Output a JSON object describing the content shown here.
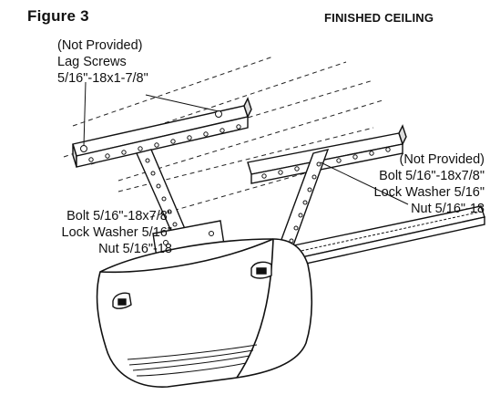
{
  "figure_label": "Figure 3",
  "ceiling_label": "FINISHED CEILING",
  "lag_screws": {
    "lines": [
      "(Not Provided)",
      "Lag Screws",
      "5/16\"-18x1-7/8\""
    ]
  },
  "left_hardware": {
    "lines": [
      "Bolt 5/16\"-18x7/8\"",
      "Lock Washer 5/16\"",
      "Nut 5/16\"-18"
    ]
  },
  "right_hardware": {
    "lines": [
      "(Not Provided)",
      "Bolt 5/16\"-18x7/8\"",
      "Lock Washer 5/16\"",
      "Nut 5/16\"-18"
    ]
  }
}
